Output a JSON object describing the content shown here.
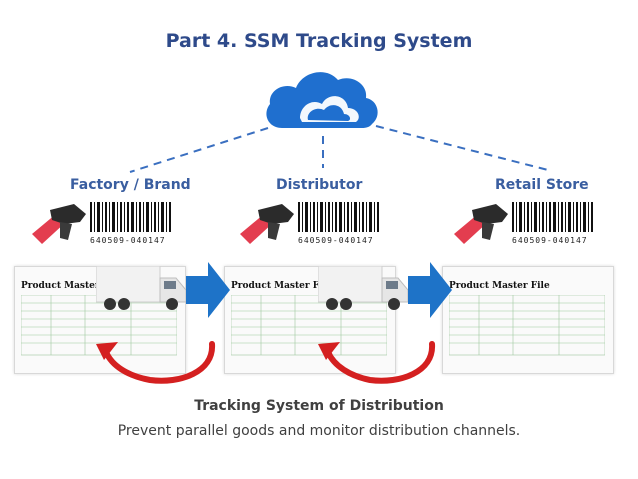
{
  "title": "Part 4. SSM Tracking System",
  "nodes": [
    {
      "label": "Factory / Brand",
      "barcode": "640509-040147",
      "document_title": "Product Master File"
    },
    {
      "label": "Distributor",
      "barcode": "640509-040147",
      "document_title": "Product Master File"
    },
    {
      "label": "Retail Store",
      "barcode": "640509-040147",
      "document_title": "Product Master File"
    }
  ],
  "caption": {
    "heading": "Tracking System of Distribution",
    "subtext": "Prevent parallel goods and monitor distribution channels."
  },
  "icons": [
    "cloud-icon",
    "barcode-scanner-icon",
    "barcode-icon",
    "truck-icon",
    "blue-arrow-icon",
    "red-return-arrow-icon"
  ],
  "colors": {
    "title": "#2e4a8a",
    "label": "#3a5ea0",
    "cloud": "#1f6fcf",
    "arrow_blue": "#1e73c8",
    "arrow_red": "#d42020",
    "scanner_light": "#e0283c"
  }
}
